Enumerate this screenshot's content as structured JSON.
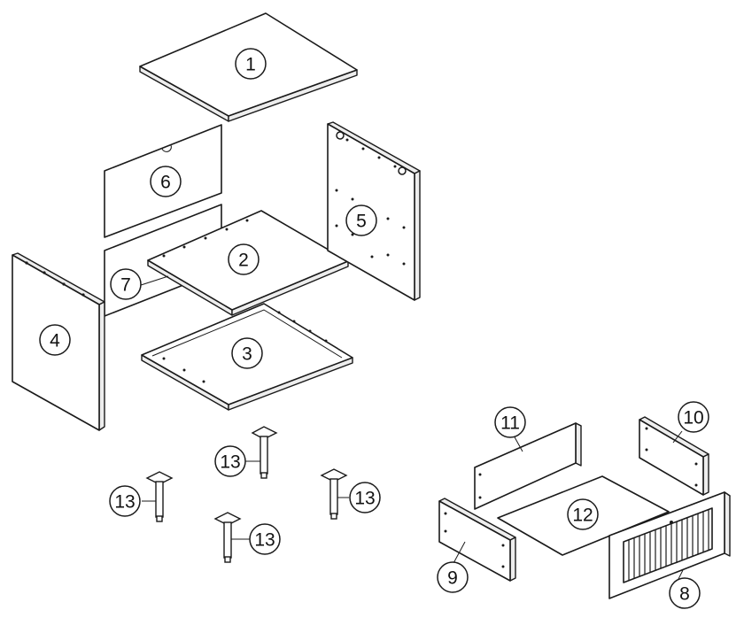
{
  "parts": {
    "p1": "1",
    "p2": "2",
    "p3": "3",
    "p4": "4",
    "p5": "5",
    "p6": "6",
    "p7": "7",
    "p8": "8",
    "p9": "9",
    "p10": "10",
    "p11": "11",
    "p12": "12",
    "p13a": "13",
    "p13b": "13",
    "p13c": "13",
    "p13d": "13"
  }
}
